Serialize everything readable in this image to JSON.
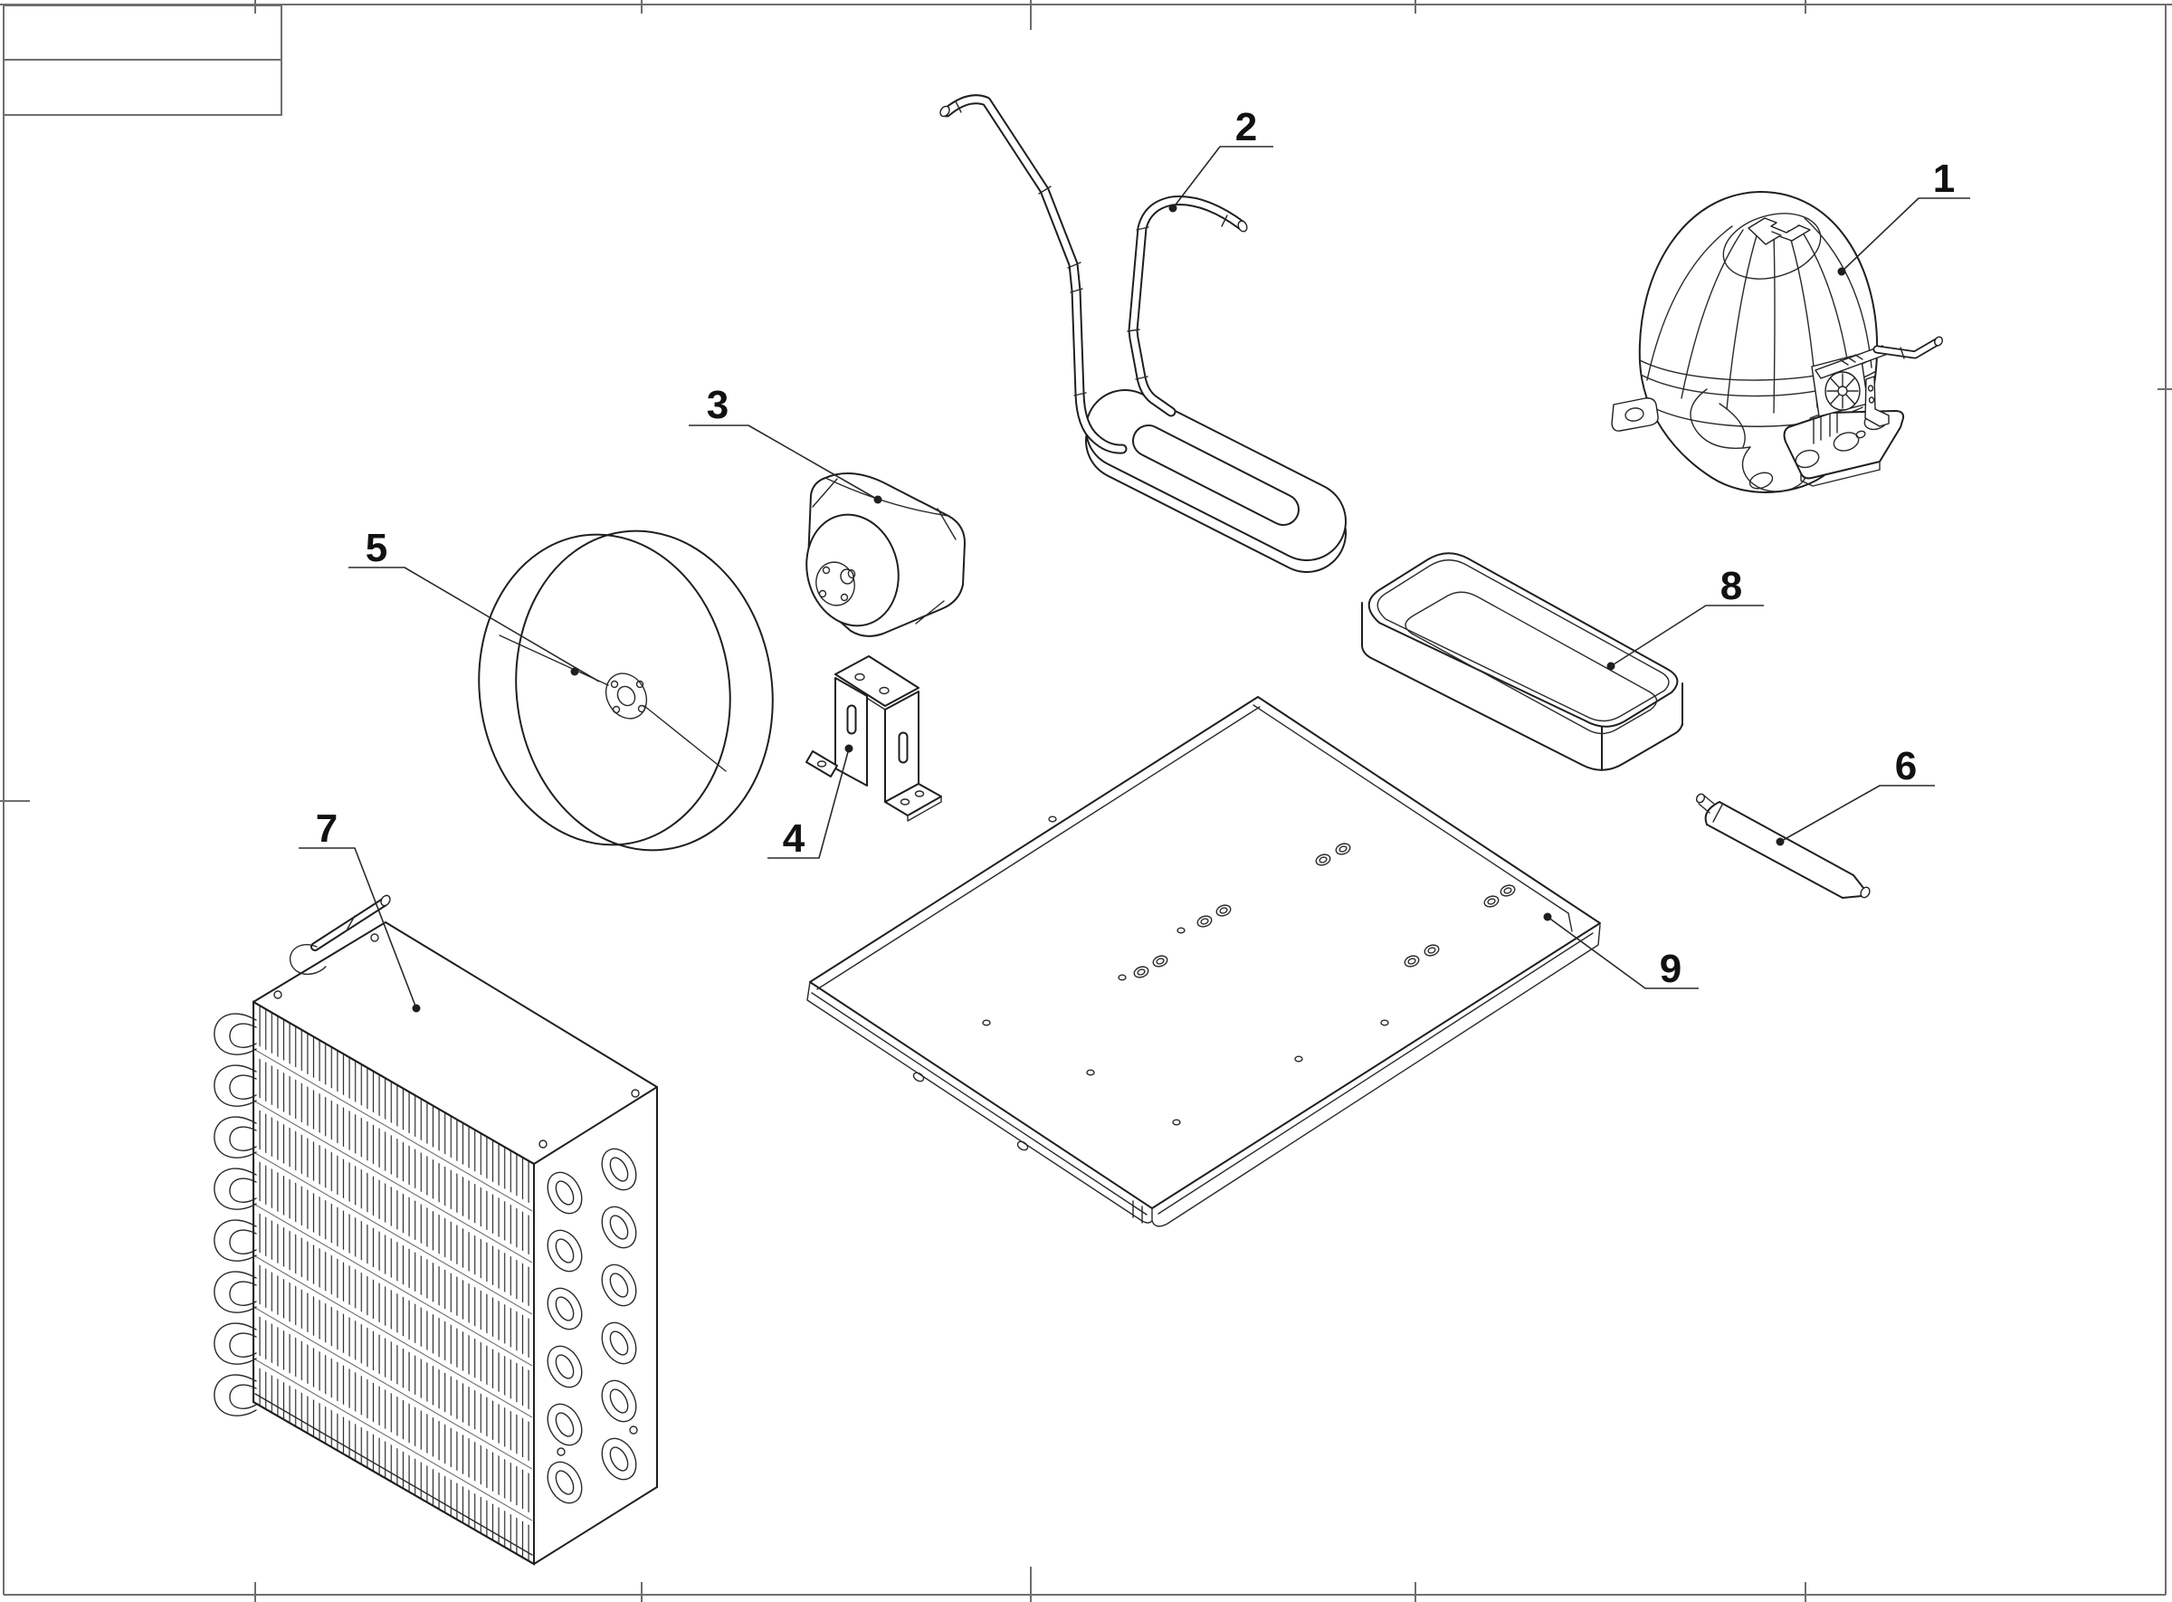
{
  "sheet": {
    "background_color": "#ffffff",
    "line_color": "#1f1f1f",
    "frame_color": "#6e6e6e",
    "title_block": {
      "row_1_text": "",
      "row_2_text": ""
    }
  },
  "callouts": [
    {
      "label": "1"
    },
    {
      "label": "2"
    },
    {
      "label": "3"
    },
    {
      "label": "4"
    },
    {
      "label": "5"
    },
    {
      "label": "6"
    },
    {
      "label": "7"
    },
    {
      "label": "8"
    },
    {
      "label": "9"
    }
  ]
}
